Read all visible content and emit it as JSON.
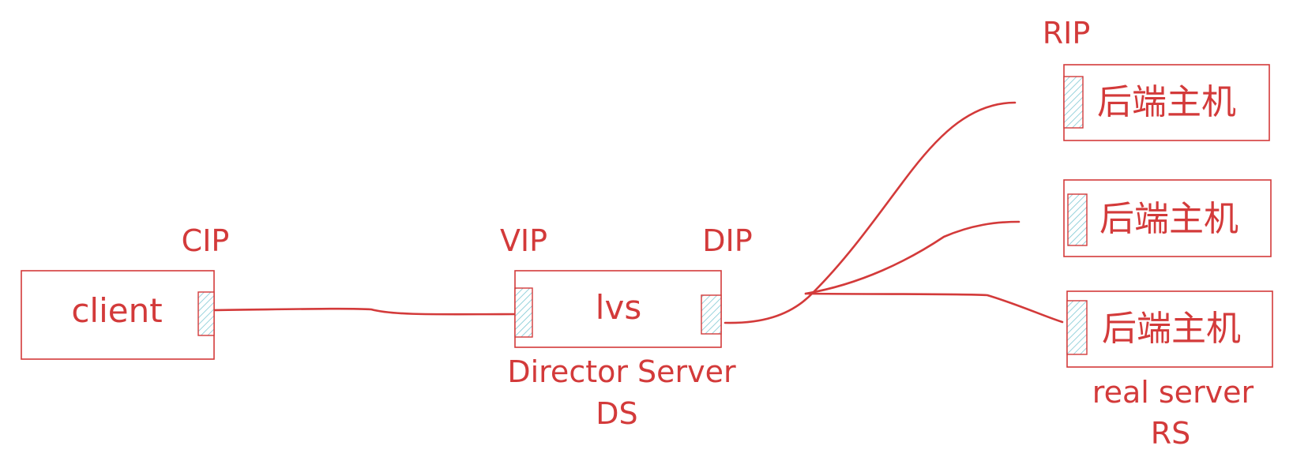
{
  "labels": {
    "cip": "CIP",
    "vip": "VIP",
    "dip": "DIP",
    "rip": "RIP"
  },
  "nodes": {
    "client": "client",
    "lvs": "lvs",
    "backend_1": "后端主机",
    "backend_2": "后端主机",
    "backend_3": "后端主机"
  },
  "captions": {
    "director_line1": "Director Server",
    "director_line2": "DS",
    "real_line1": "real server",
    "real_line2": "RS"
  },
  "colors": {
    "stroke": "#d33a3a",
    "port_hatch": "#7ec8d4"
  }
}
